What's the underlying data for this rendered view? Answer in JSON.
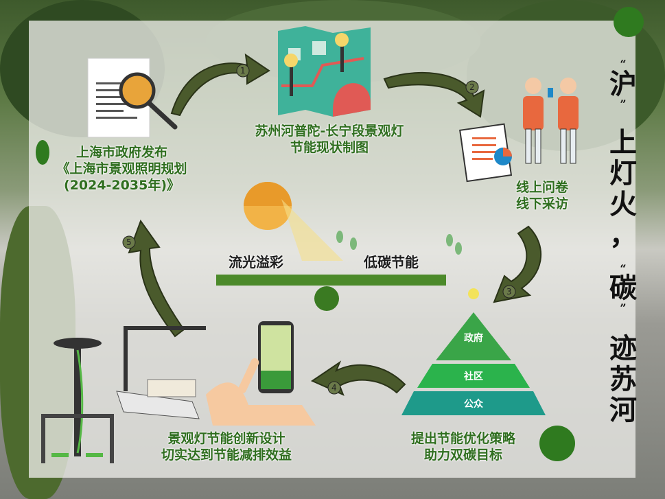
{
  "title": {
    "full": "“沪”上灯火，“碳”迹苏河",
    "chars": [
      "“",
      "沪",
      "”",
      "上",
      "灯",
      "火",
      "，",
      "“",
      "碳",
      "”",
      "迹",
      "苏",
      "河"
    ]
  },
  "steps": [
    {
      "number": "1",
      "lines": [
        "上海市政府发布",
        "《上海市景观照明规划",
        "(2024-2035年)》"
      ]
    },
    {
      "number": "2",
      "lines": [
        "苏州河普陀-长宁段景观灯",
        "节能现状制图"
      ]
    },
    {
      "number": "3",
      "lines": [
        "线上问卷",
        "线下采访"
      ]
    },
    {
      "number": "4",
      "lines": [
        "提出节能优化策略",
        "助力双碳目标"
      ]
    },
    {
      "number": "5",
      "lines": [
        "景观灯节能创新设计",
        "切实达到节能减排效益"
      ]
    }
  ],
  "arrow_numbers": [
    "1",
    "2",
    "3",
    "4",
    "5"
  ],
  "seesaw": {
    "left": "流光溢彩",
    "right": "低碳节能"
  },
  "pyramid": [
    "政府",
    "社区",
    "公众"
  ],
  "colors": {
    "accent_green": "#2f6e1f",
    "arrow_green": "#4a5a2c",
    "pyramid_top": "#3aa548",
    "pyramid_mid": "#2bb34c",
    "pyramid_base": "#1e9a8a"
  }
}
